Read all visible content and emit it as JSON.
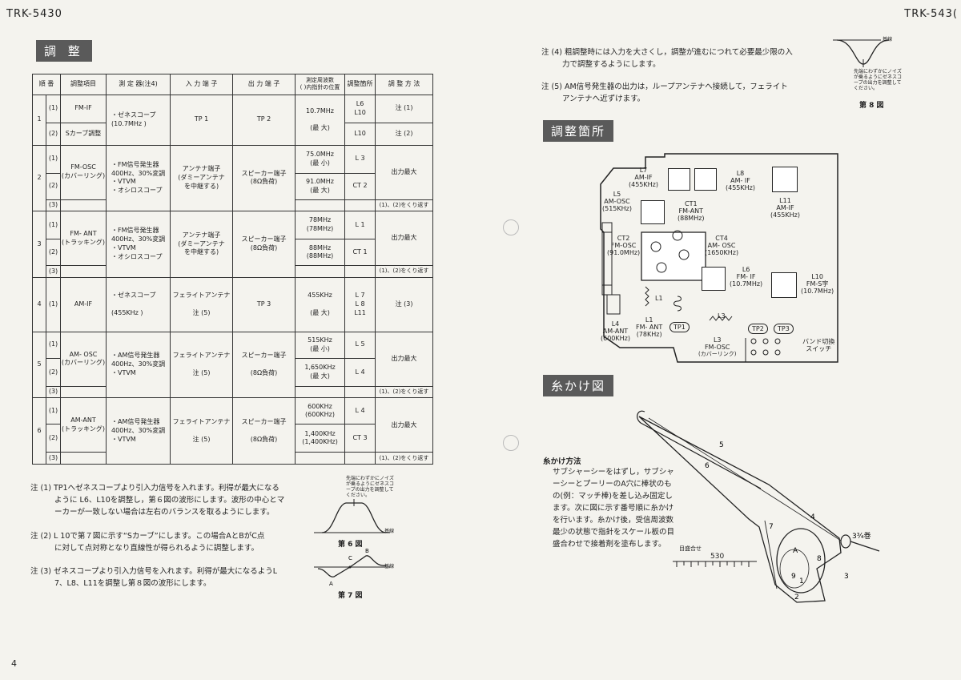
{
  "page": {
    "model_left": "TRK-5430",
    "model_right": "TRK-543(",
    "page_number": "4"
  },
  "sections": {
    "adjust": "調 整",
    "adjust_points": "調整箇所",
    "dial_cord": "糸かけ図"
  },
  "table": {
    "headers": [
      "順 番",
      "調整項目",
      "測 定 器(注4)",
      "入 力 端 子",
      "出 力 端 子",
      "測定周波数\n( )内指針の位置",
      "調整箇所",
      "調 整 方 法"
    ],
    "rows": [
      {
        "no": "1",
        "sub": [
          "(1)",
          "(2)"
        ],
        "item": [
          "FM-IF",
          "Sカーブ調整"
        ],
        "instr": [
          "・ゼネスコープ",
          "(10.7MHz )"
        ],
        "input": [
          "TP 1"
        ],
        "output": [
          "TP 2"
        ],
        "freq": [
          "10.7MHz",
          "(最 大)"
        ],
        "point": [
          "L6",
          "L10",
          "L10"
        ],
        "method": [
          "注 (1)",
          "注 (2)"
        ]
      },
      {
        "no": "2",
        "sub": [
          "(1)",
          "(2)",
          "(3)"
        ],
        "item": [
          "FM-OSC",
          "(カバーリング)"
        ],
        "instr": [
          "・FM信号発生器",
          "400Hz、30%変調",
          "・VTVM",
          "・オシロスコープ"
        ],
        "input": [
          "アンテナ端子",
          "ダミーアンテナ",
          "を中継する"
        ],
        "output": [
          "スピーカー端子",
          "(8Ω負荷)"
        ],
        "freq": [
          "75.0MHz",
          "(最 小)",
          "91.0MHz",
          "(最 大)"
        ],
        "point": [
          "L 3",
          "CT 2"
        ],
        "method": [
          "出力最大",
          "(1)、(2)をくり返す"
        ]
      },
      {
        "no": "3",
        "sub": [
          "(1)",
          "(2)",
          "(3)"
        ],
        "item": [
          "FM- ANT",
          "(トラッキング)"
        ],
        "instr": [
          "・FM信号発生器",
          "400Hz、30%変調",
          "・VTVM",
          "・オシロスコープ"
        ],
        "input": [
          "アンテナ端子",
          "ダミーアンテナ",
          "を中継する"
        ],
        "output": [
          "スピーカー端子",
          "(8Ω負荷)"
        ],
        "freq": [
          "78MHz",
          "(78MHz)",
          "88MHz",
          "(88MHz)"
        ],
        "point": [
          "L 1",
          "CT 1"
        ],
        "method": [
          "出力最大",
          "(1)、(2)をくり返す"
        ]
      },
      {
        "no": "4",
        "sub": [
          "(1)"
        ],
        "item": [
          "AM-IF"
        ],
        "instr": [
          "・ゼネスコープ",
          "(455KHz )"
        ],
        "input": [
          "フェライトアンテナ",
          "注 (5)"
        ],
        "output": [
          "TP 3"
        ],
        "freq": [
          "455KHz",
          "(最 大)"
        ],
        "point": [
          "L 7",
          "L 8",
          "L11"
        ],
        "method": [
          "注 (3)"
        ]
      },
      {
        "no": "5",
        "sub": [
          "(1)",
          "(2)",
          "(3)"
        ],
        "item": [
          "AM- OSC",
          "(カバーリング)"
        ],
        "instr": [
          "・AM信号発生器",
          "400Hz、30%変調",
          "・VTVM"
        ],
        "input": [
          "フェライトアンテナ",
          "注 (5)"
        ],
        "output": [
          "スピーカー端子",
          "(8Ω負荷)"
        ],
        "freq": [
          "515KHz",
          "(最 小)",
          "1,650KHz",
          "(最 大)"
        ],
        "point": [
          "L 5",
          "L 4"
        ],
        "method": [
          "出力最大",
          "(1)、(2)をくり返す"
        ]
      },
      {
        "no": "6",
        "sub": [
          "(1)",
          "(2)",
          "(3)"
        ],
        "item": [
          "AM-ANT",
          "(トラッキング)"
        ],
        "instr": [
          "・AM信号発生器",
          "400Hz、30%変調",
          "・VTVM"
        ],
        "input": [
          "フェライトアンテナ",
          "注 (5)"
        ],
        "output": [
          "スピーカー端子",
          "(8Ω負荷)"
        ],
        "freq": [
          "600KHz",
          "(600KHz)",
          "1,400KHz",
          "(1,400KHz)"
        ],
        "point": [
          "L 4",
          "CT 3"
        ],
        "method": [
          "出力最大",
          "(1)、(2)をくり返す"
        ]
      }
    ]
  },
  "notes_left": [
    [
      "注 (1) TP1へゼネスコープより引入力信号を入れます。利得が最大になる",
      "ように L6、L10を調整し，第６図の波形にします。波形の中心とマ",
      "ーカーが一致しない場合は左右のバランスを取るようにします。"
    ],
    [
      "注 (2) L 10で第７図に示す“Sカーブ”にします。この場合AとBがC点",
      "に対して点対称となり直線性が得られるように調整します。"
    ],
    [
      "注 (3) ゼネスコープより引入力信号を入れます。利得が最大になるようL",
      "7、L8、L11を調整し第８図の波形にします。"
    ]
  ],
  "notes_right": [
    [
      "注 (4) 粗調整時には入力を大さくし，調整が進むにつれて必要最少限の入",
      "力で調整するようにします。"
    ],
    [
      "注 (5) AM信号発生器の出力は，ループアンテナへ接続して，フェライト",
      "アンテナへ近ずけます。"
    ]
  ],
  "fig6": {
    "caption": "第 6 図",
    "note": [
      "先端にわずかにノイズ",
      "が乗るようにゼネスコ",
      "ープの出力を調整して",
      "ください。"
    ],
    "baseline": "基線"
  },
  "fig7": {
    "caption": "第 7 図",
    "baseline": "基線",
    "points": [
      "A",
      "B",
      "C"
    ]
  },
  "fig8": {
    "caption": "第 8 図",
    "note": [
      "先端にわずかにノイズ",
      "が乗るようにゼネスコ",
      "ープの出力を調整して",
      "ください。"
    ],
    "baseline": "基線"
  },
  "board": {
    "labels": {
      "l7": [
        "L7",
        "AM-IF",
        "(455KHz)"
      ],
      "l8": [
        "L8",
        "AM- IF",
        "(455KHz)"
      ],
      "l11": [
        "L11",
        "AM-IF",
        "(455KHz)"
      ],
      "l5": [
        "L5",
        "AM-OSC",
        "(515KHz)"
      ],
      "ct1": [
        "CT1",
        "FM-ANT",
        "(88MHz)"
      ],
      "ct2": [
        "CT2",
        "FM-OSC",
        "(91.0MHz)"
      ],
      "ct4": [
        "CT4",
        "AM- OSC",
        "(1650KHz)"
      ],
      "l6": [
        "L6",
        "FM- IF",
        "(10.7MHz)"
      ],
      "l10": [
        "L10",
        "FM-S字",
        "(10.7MHz)"
      ],
      "l1": [
        "L1"
      ],
      "l1b": [
        "L1",
        "FM- ANT",
        "(78KHz)"
      ],
      "l4": [
        "L4",
        "AM-ANT",
        "(600KHz)"
      ],
      "l3": [
        "L3",
        "L3",
        "FM-OSC",
        "(カバーリンク)"
      ],
      "tp1": "TP1",
      "tp2": "TP2",
      "tp3": "TP3",
      "band": [
        "バンド切換",
        "スイッチ"
      ]
    }
  },
  "dial": {
    "title": "糸かけ方法",
    "text": [
      "サブシャーシーをはずし，サブシャ",
      "ーシーとプーリーのA穴に棒状のも",
      "の(例：マッチ棒)を差し込み固定し",
      "ます。次に図に示す番号順に糸かけ",
      "を行います。糸かけ後，受信周波数",
      "最少の状態で指針をスケール板の目",
      "盛合わせで接着剤を塗布します。"
    ],
    "numbers": [
      "1",
      "2",
      "3",
      "4",
      "5",
      "6",
      "7",
      "8",
      "9"
    ],
    "scale_label": "目盛合せ",
    "scale_value": "530",
    "hole": "A",
    "turns": "3¾巻"
  }
}
